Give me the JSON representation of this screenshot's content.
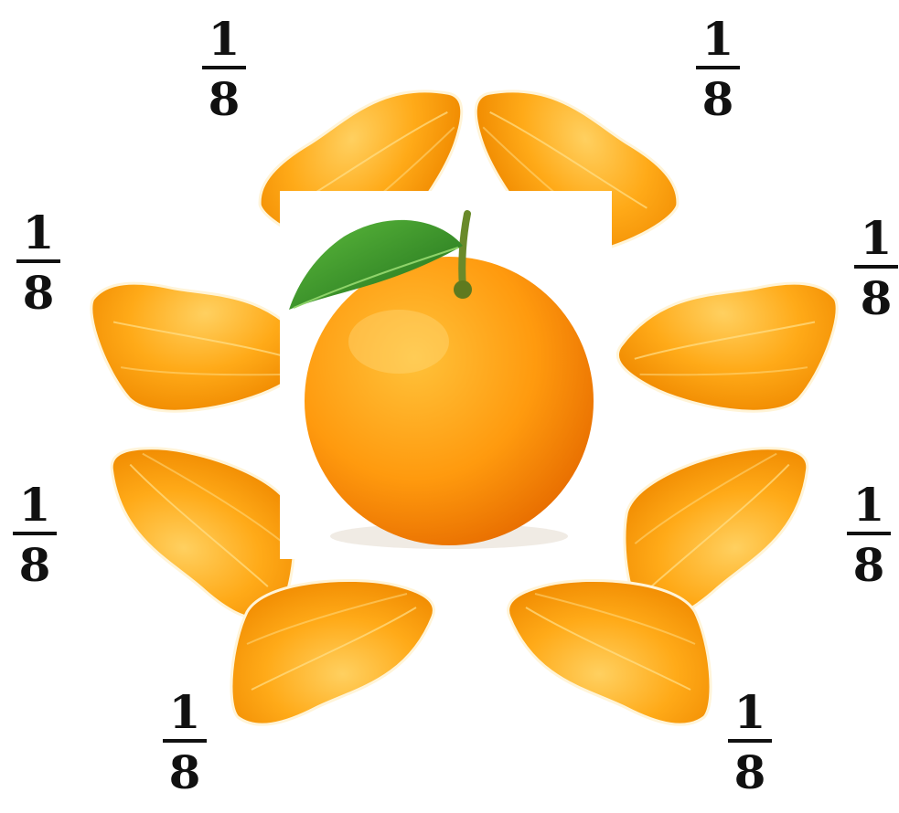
{
  "fractions": [
    {
      "numerator": "1",
      "denominator": "8"
    },
    {
      "numerator": "1",
      "denominator": "8"
    },
    {
      "numerator": "1",
      "denominator": "8"
    },
    {
      "numerator": "1",
      "denominator": "8"
    },
    {
      "numerator": "1",
      "denominator": "8"
    },
    {
      "numerator": "1",
      "denominator": "8"
    },
    {
      "numerator": "1",
      "denominator": "8"
    },
    {
      "numerator": "1",
      "denominator": "8"
    }
  ],
  "icons": {
    "whole": "whole-orange-icon",
    "segment": "orange-segment-icon"
  },
  "colors": {
    "orange_light": "#ffb21f",
    "orange_dark": "#f08a00",
    "leaf": "#2f8f2a",
    "text": "#111111"
  }
}
